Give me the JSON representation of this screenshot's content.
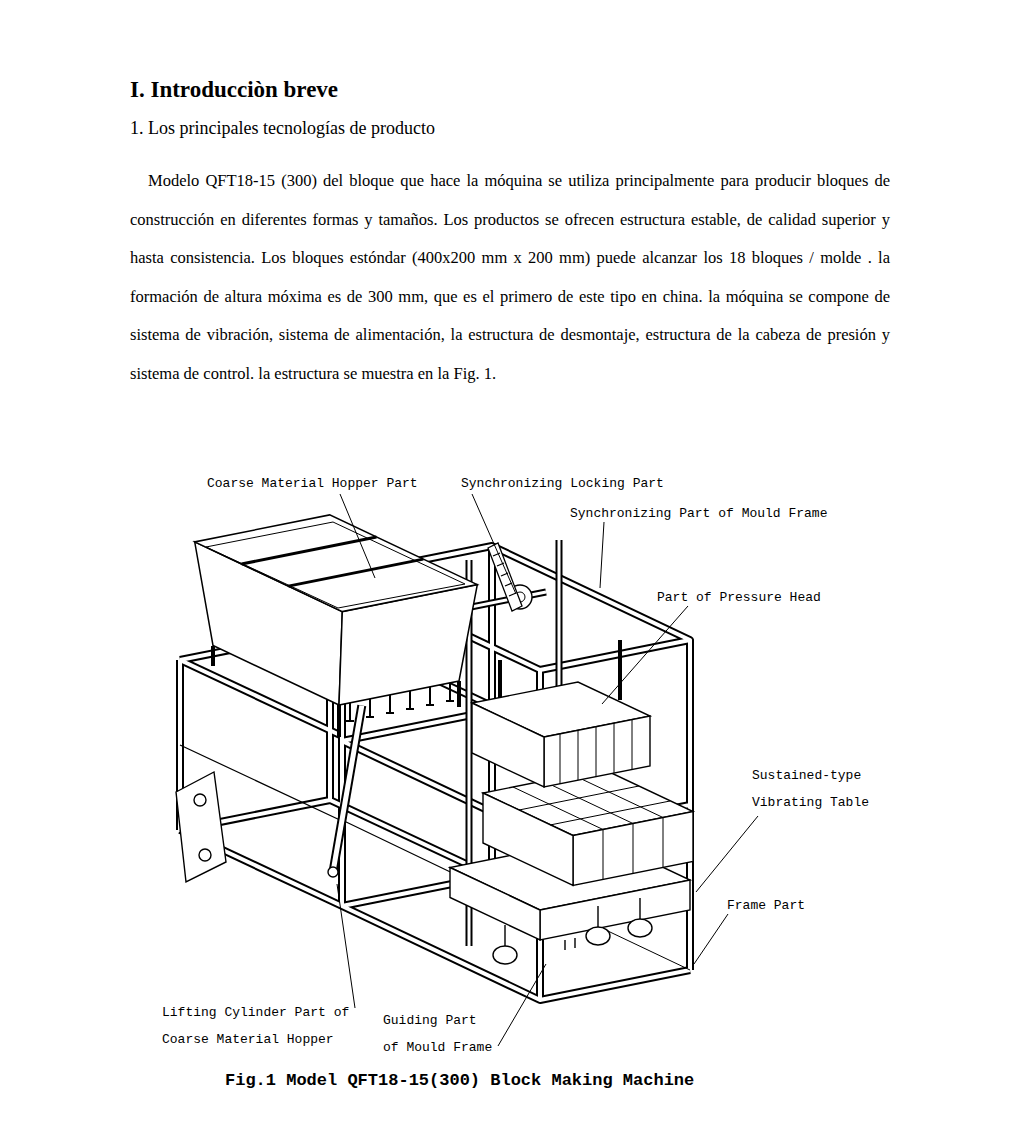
{
  "diagram": {
    "title": "I. Introducciòn breve",
    "caption": "Fig.1 Model QFT18-15(300) Block Making Machine",
    "labels": [
      "1. Los principales tecnologías de producto",
      "Modelo QFT18-15 (300) del bloque que hace la móquina se utiliza principalmente para producir bloques de construcción en diferentes formas y tamaños. Los productos se ofrecen estructura estable, de calidad superior y hasta consistencia. Los bloques estóndar (400x200 mm x 200 mm) puede alcanzar los 18 bloques / molde . la formación de altura móxima es de 300 mm, que es el primero de este tipo en china. la móquina se compone de sistema de vibración, sistema de alimentación, la estructura de desmontaje, estructura de la cabeza de presión y sistema de control. la estructura se muestra en la Fig. 1.",
      "Coarse Material Hopper Part",
      "Synchronizing Locking Part",
      "Synchronizing Part of Mould Frame",
      "Part of Pressure Head",
      "Sustained-type Vibrating Table",
      "Frame Part",
      "Lifting Cylinder Part of Coarse Material Hopper",
      "Guiding Part of Mould Frame"
    ]
  }
}
